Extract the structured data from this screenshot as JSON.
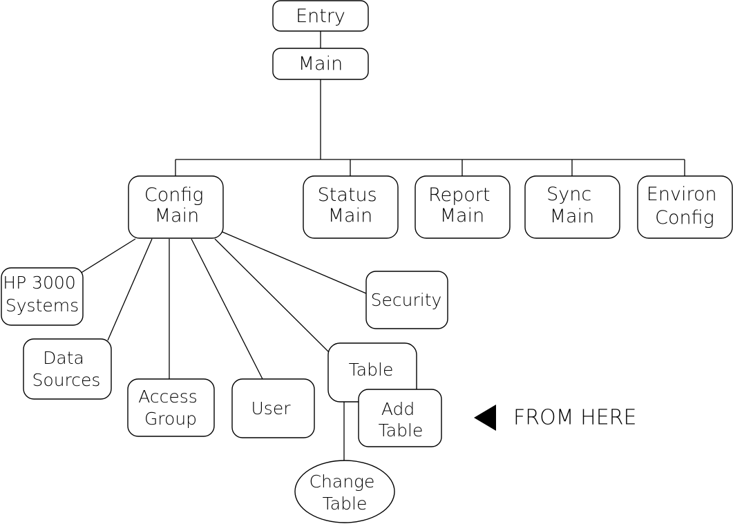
{
  "nodes": {
    "entry": {
      "lines": [
        "Entry"
      ]
    },
    "main": {
      "lines": [
        "Main"
      ]
    },
    "config_main": {
      "lines": [
        "Config",
        "Main"
      ]
    },
    "status_main": {
      "lines": [
        "Status",
        "Main"
      ]
    },
    "report_main": {
      "lines": [
        "Report",
        "Main"
      ]
    },
    "sync_main": {
      "lines": [
        "Sync",
        "Main"
      ]
    },
    "environ_config": {
      "lines": [
        "Environ",
        "Config"
      ]
    },
    "hp3000_systems": {
      "lines": [
        "HP 3000",
        "Systems"
      ]
    },
    "data_sources": {
      "lines": [
        "Data",
        "Sources"
      ]
    },
    "access_group": {
      "lines": [
        "Access",
        "Group"
      ]
    },
    "user": {
      "lines": [
        "User"
      ]
    },
    "security": {
      "lines": [
        "Security"
      ]
    },
    "table": {
      "lines": [
        "Table"
      ]
    },
    "add_table": {
      "lines": [
        "Add",
        "Table"
      ]
    },
    "change_table": {
      "lines": [
        "Change",
        "Table"
      ]
    }
  },
  "edges": [
    [
      "entry",
      "main"
    ],
    [
      "main",
      "config_main"
    ],
    [
      "main",
      "status_main"
    ],
    [
      "main",
      "report_main"
    ],
    [
      "main",
      "sync_main"
    ],
    [
      "main",
      "environ_config"
    ],
    [
      "config_main",
      "hp3000_systems"
    ],
    [
      "config_main",
      "data_sources"
    ],
    [
      "config_main",
      "access_group"
    ],
    [
      "config_main",
      "user"
    ],
    [
      "config_main",
      "table"
    ],
    [
      "config_main",
      "security"
    ],
    [
      "table",
      "add_table"
    ],
    [
      "table",
      "change_table"
    ]
  ],
  "pointer": {
    "target": "add_table",
    "label": "FROM HERE",
    "icon": "left-pointing-triangle-icon"
  }
}
